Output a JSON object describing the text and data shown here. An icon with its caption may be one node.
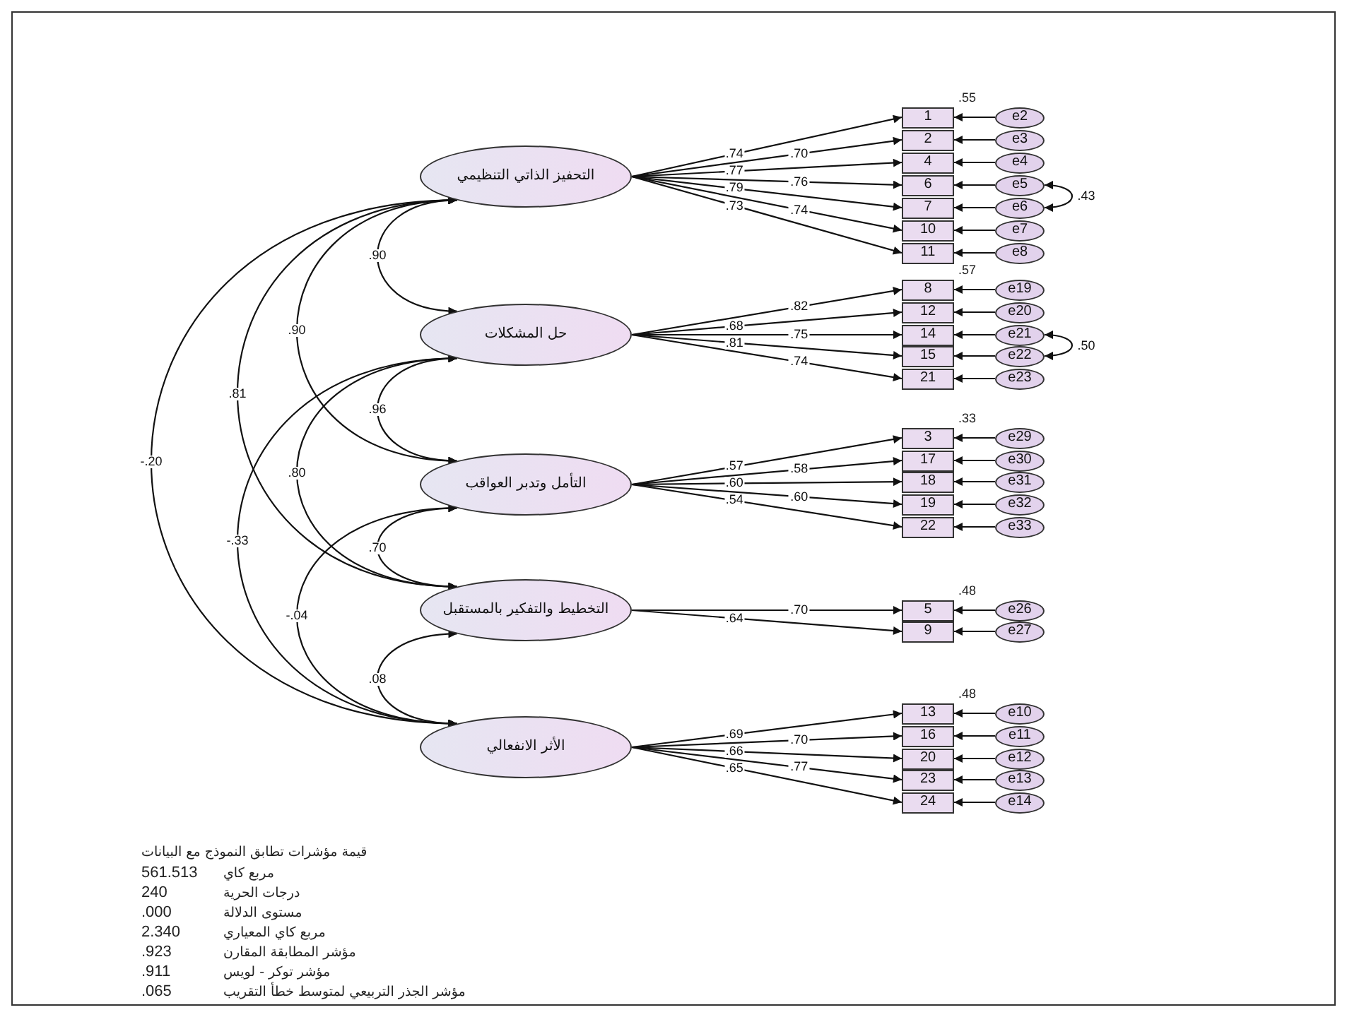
{
  "diagram": {
    "nodes": [
      {
        "text": [
          "التحفيز الذاتي التنظيمي"
        ]
      },
      {
        "text": [
          "حل المشكلات"
        ]
      },
      {
        "text": [
          "التأمل وتدبر العواقب"
        ]
      },
      {
        "text": [
          "التخطيط والتفكير بالمستقبل"
        ]
      },
      {
        "text": [
          "الأثر الانفعالي"
        ]
      },
      {
        "text": [
          "1"
        ],
        "beside": [
          ".55"
        ]
      },
      {
        "text": [
          "2"
        ]
      },
      {
        "text": [
          "4"
        ]
      },
      {
        "text": [
          "6"
        ]
      },
      {
        "text": [
          "7"
        ]
      },
      {
        "text": [
          "10"
        ]
      },
      {
        "text": [
          "11"
        ]
      },
      {
        "text": [
          "8"
        ],
        "beside": [
          ".57"
        ]
      },
      {
        "text": [
          "12"
        ]
      },
      {
        "text": [
          "14"
        ]
      },
      {
        "text": [
          "15"
        ]
      },
      {
        "text": [
          "21"
        ]
      },
      {
        "text": [
          "3"
        ],
        "beside": [
          ".33"
        ]
      },
      {
        "text": [
          "17"
        ]
      },
      {
        "text": [
          "18"
        ]
      },
      {
        "text": [
          "19"
        ]
      },
      {
        "text": [
          "22"
        ]
      },
      {
        "text": [
          "5"
        ],
        "beside": [
          ".48"
        ]
      },
      {
        "text": [
          "9"
        ]
      },
      {
        "text": [
          "13"
        ],
        "beside": [
          ".48"
        ]
      },
      {
        "text": [
          "16"
        ]
      },
      {
        "text": [
          "20"
        ]
      },
      {
        "text": [
          "23"
        ]
      },
      {
        "text": [
          "24"
        ]
      },
      {
        "text": [
          "e2"
        ]
      },
      {
        "text": [
          "e3"
        ]
      },
      {
        "text": [
          "e4"
        ]
      },
      {
        "text": [
          "e5"
        ]
      },
      {
        "text": [
          "e6"
        ]
      },
      {
        "text": [
          "e7"
        ]
      },
      {
        "text": [
          "e8"
        ]
      },
      {
        "text": [
          "e19"
        ]
      },
      {
        "text": [
          "e20"
        ]
      },
      {
        "text": [
          "e21"
        ]
      },
      {
        "text": [
          "e22"
        ]
      },
      {
        "text": [
          "e23"
        ]
      },
      {
        "text": [
          "e29"
        ]
      },
      {
        "text": [
          "e30"
        ]
      },
      {
        "text": [
          "e31"
        ]
      },
      {
        "text": [
          "e32"
        ]
      },
      {
        "text": [
          "e33"
        ]
      },
      {
        "text": [
          "e26"
        ]
      },
      {
        "text": [
          "e27"
        ]
      },
      {
        "text": [
          "e10"
        ]
      },
      {
        "text": [
          "e11"
        ]
      },
      {
        "text": [
          "e12"
        ]
      },
      {
        "text": [
          "e13"
        ]
      },
      {
        "text": [
          "e14"
        ]
      }
    ],
    "edges": [
      {
        "from": 0,
        "to": 1,
        "arrow": "both",
        "label": ".90"
      },
      {
        "from": 0,
        "to": 2,
        "arrow": "both",
        "label": ".90"
      },
      {
        "from": 0,
        "to": 3,
        "arrow": "both",
        "label": ".81"
      },
      {
        "from": 0,
        "to": 4,
        "arrow": "both",
        "label": "-.20"
      },
      {
        "from": 1,
        "to": 2,
        "arrow": "both",
        "label": ".96"
      },
      {
        "from": 1,
        "to": 3,
        "arrow": "both",
        "label": ".80"
      },
      {
        "from": 1,
        "to": 4,
        "arrow": "both",
        "label": "-.33"
      },
      {
        "from": 2,
        "to": 3,
        "arrow": "both",
        "label": ".70"
      },
      {
        "from": 2,
        "to": 4,
        "arrow": "both",
        "label": "-.04"
      },
      {
        "from": 3,
        "to": 4,
        "arrow": "both",
        "label": ".08"
      },
      {
        "from": 0,
        "to": 5,
        "arrow": "to",
        "label": ".74"
      },
      {
        "from": 0,
        "to": 6,
        "arrow": "to",
        "label": ".70"
      },
      {
        "from": 0,
        "to": 7,
        "arrow": "to",
        "label": ".77"
      },
      {
        "from": 0,
        "to": 8,
        "arrow": "to",
        "label": ".76"
      },
      {
        "from": 0,
        "to": 9,
        "arrow": "to",
        "label": ".79"
      },
      {
        "from": 0,
        "to": 10,
        "arrow": "to",
        "label": ".74"
      },
      {
        "from": 0,
        "to": 11,
        "arrow": "to",
        "label": ".73"
      },
      {
        "from": 1,
        "to": 12,
        "arrow": "to",
        "label": ".82"
      },
      {
        "from": 1,
        "to": 13,
        "arrow": "to",
        "label": ".68"
      },
      {
        "from": 1,
        "to": 14,
        "arrow": "to",
        "label": ".75"
      },
      {
        "from": 1,
        "to": 15,
        "arrow": "to",
        "label": ".81"
      },
      {
        "from": 1,
        "to": 16,
        "arrow": "to",
        "label": ".74"
      },
      {
        "from": 2,
        "to": 17,
        "arrow": "to",
        "label": ".57"
      },
      {
        "from": 2,
        "to": 18,
        "arrow": "to",
        "label": ".58"
      },
      {
        "from": 2,
        "to": 19,
        "arrow": "to",
        "label": ".60"
      },
      {
        "from": 2,
        "to": 20,
        "arrow": "to",
        "label": ".60"
      },
      {
        "from": 2,
        "to": 21,
        "arrow": "to",
        "label": ".54"
      },
      {
        "from": 3,
        "to": 22,
        "arrow": "to",
        "label": ".70"
      },
      {
        "from": 3,
        "to": 23,
        "arrow": "to",
        "label": ".64"
      },
      {
        "from": 4,
        "to": 24,
        "arrow": "to",
        "label": ".69"
      },
      {
        "from": 4,
        "to": 25,
        "arrow": "to",
        "label": ".70"
      },
      {
        "from": 4,
        "to": 26,
        "arrow": "to",
        "label": ".66"
      },
      {
        "from": 4,
        "to": 27,
        "arrow": "to",
        "label": ".77"
      },
      {
        "from": 4,
        "to": 28,
        "arrow": "to",
        "label": ".65"
      },
      {
        "from": 29,
        "to": 5,
        "arrow": "to"
      },
      {
        "from": 30,
        "to": 6,
        "arrow": "to"
      },
      {
        "from": 31,
        "to": 7,
        "arrow": "to"
      },
      {
        "from": 32,
        "to": 8,
        "arrow": "to"
      },
      {
        "from": 33,
        "to": 9,
        "arrow": "to"
      },
      {
        "from": 34,
        "to": 10,
        "arrow": "to"
      },
      {
        "from": 35,
        "to": 11,
        "arrow": "to"
      },
      {
        "from": 36,
        "to": 12,
        "arrow": "to"
      },
      {
        "from": 37,
        "to": 13,
        "arrow": "to"
      },
      {
        "from": 38,
        "to": 14,
        "arrow": "to"
      },
      {
        "from": 39,
        "to": 15,
        "arrow": "to"
      },
      {
        "from": 40,
        "to": 16,
        "arrow": "to"
      },
      {
        "from": 41,
        "to": 17,
        "arrow": "to"
      },
      {
        "from": 42,
        "to": 18,
        "arrow": "to"
      },
      {
        "from": 43,
        "to": 19,
        "arrow": "to"
      },
      {
        "from": 44,
        "to": 20,
        "arrow": "to"
      },
      {
        "from": 45,
        "to": 21,
        "arrow": "to"
      },
      {
        "from": 46,
        "to": 22,
        "arrow": "to"
      },
      {
        "from": 47,
        "to": 23,
        "arrow": "to"
      },
      {
        "from": 48,
        "to": 24,
        "arrow": "to"
      },
      {
        "from": 49,
        "to": 25,
        "arrow": "to"
      },
      {
        "from": 50,
        "to": 26,
        "arrow": "to"
      },
      {
        "from": 51,
        "to": 27,
        "arrow": "to"
      },
      {
        "from": 52,
        "to": 28,
        "arrow": "to"
      },
      {
        "from": 32,
        "to": 33,
        "arrow": "both",
        "label": ".43"
      },
      {
        "from": 38,
        "to": 39,
        "arrow": "both",
        "label": ".50"
      }
    ],
    "labels": [
      "قيمة مؤشرات تطابق النموذج مع البيانات",
      "مربع كاي",
      "561.513",
      "درجات الحرية",
      "240",
      "مستوى الدلالة",
      ".000",
      "مربع كاي المعياري",
      "2.340",
      "مؤشر المطابقة المقارن",
      ".923",
      "مؤشر توكر - لويس",
      ".911",
      "مؤشر الجذر التربيعي لمتوسط خطأ التقريب",
      ".065"
    ]
  }
}
